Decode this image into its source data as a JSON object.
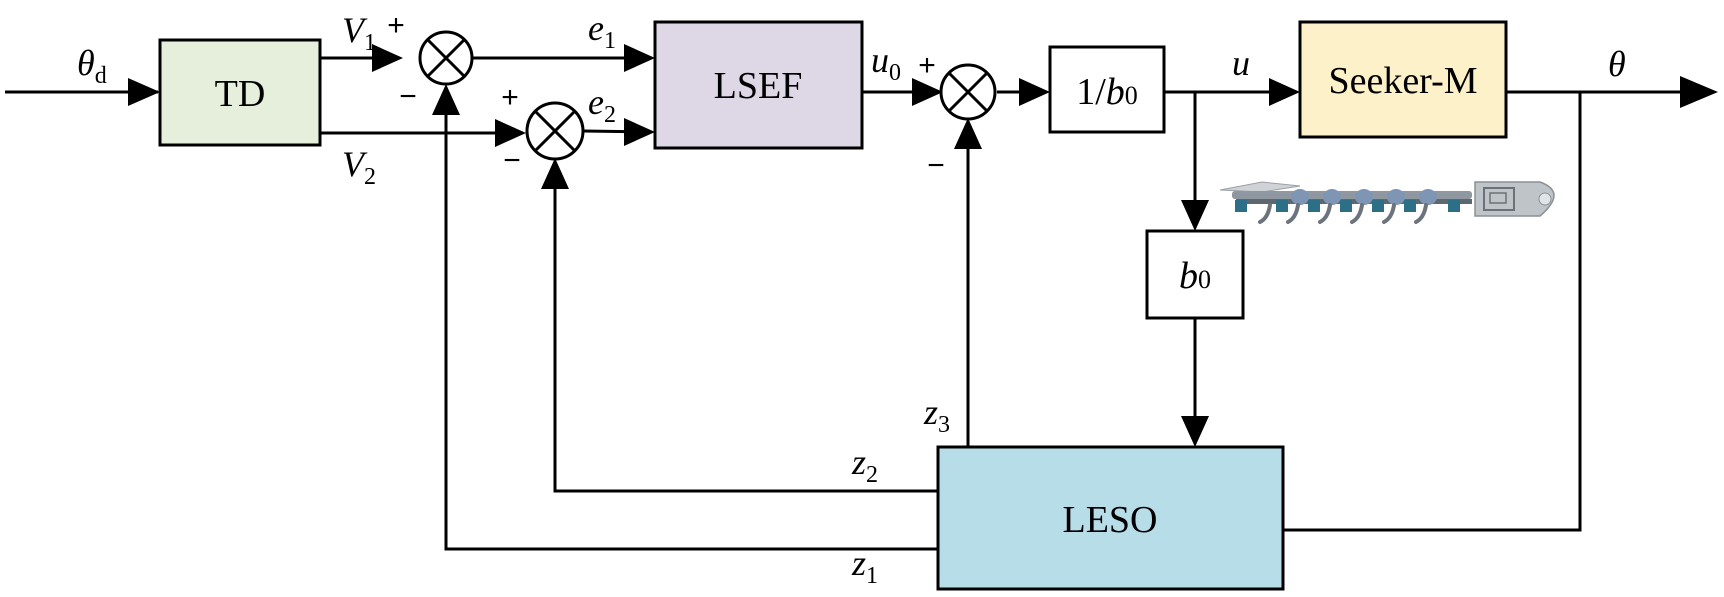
{
  "blocks": {
    "td": "TD",
    "lsef": "LSEF",
    "inv_b0": {
      "prefix": "1/",
      "sym": "b",
      "sub": "0"
    },
    "seeker": "Seeker-M",
    "b0": {
      "sym": "b",
      "sub": "0"
    },
    "leso": "LESO"
  },
  "signals": {
    "theta_d": {
      "sym": "θ",
      "sub": "d"
    },
    "v1": {
      "sym": "V",
      "sub": "1"
    },
    "v2": {
      "sym": "V",
      "sub": "2"
    },
    "e1": {
      "sym": "e",
      "sub": "1"
    },
    "e2": {
      "sym": "e",
      "sub": "2"
    },
    "u0": {
      "sym": "u",
      "sub": "0"
    },
    "u": "u",
    "theta": "θ",
    "z1": {
      "sym": "z",
      "sub": "1"
    },
    "z2": {
      "sym": "z",
      "sub": "2"
    },
    "z3": {
      "sym": "z",
      "sub": "3"
    }
  },
  "signs": {
    "sj1_plus": "+",
    "sj1_minus": "−",
    "sj2_plus": "+",
    "sj2_minus": "−",
    "sj3_plus": "+",
    "sj3_minus": "−"
  },
  "colors": {
    "td_fill": "#e6efdc",
    "lsef_fill": "#ddd7e6",
    "seeker_fill": "#fdf1c9",
    "leso_fill": "#b7dde9",
    "plain_fill": "#ffffff",
    "line": "#000000"
  },
  "icons": [
    "summing-junction-icon",
    "robot-fish-icon"
  ]
}
